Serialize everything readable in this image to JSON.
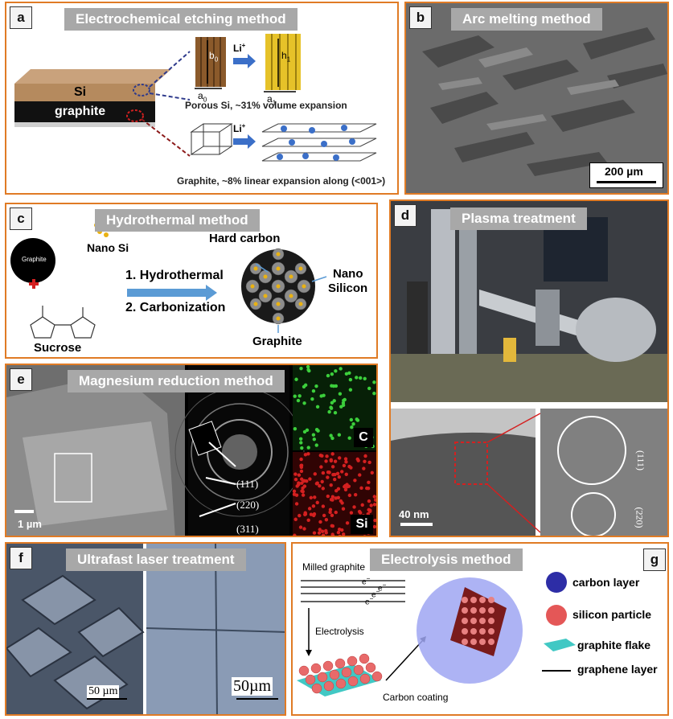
{
  "panels": {
    "a": {
      "label": "a",
      "title": "Electrochemical etching method",
      "si": "Si",
      "graphite": "graphite",
      "li1": "Li",
      "li2": "Li",
      "plus": "+",
      "b0": "b",
      "b0sub": "0",
      "a0": "a",
      "a0sub": "0",
      "b1": "h",
      "b1sub": "1",
      "a1": "a",
      "a1sub": "1",
      "porous_caption": "Porous Si, ~31% volume expansion",
      "graphite_caption": "Graphite, ~8% linear expansion along (<001>)"
    },
    "b": {
      "label": "b",
      "title": "Arc melting method",
      "scalebar": "200 µm"
    },
    "c": {
      "label": "c",
      "title": "Hydrothermal method",
      "graphite_disc": "Graphite",
      "nano_si": "Nano Si",
      "sucrose": "Sucrose",
      "step1": "1. Hydrothermal",
      "step2": "2. Carbonization",
      "hard_carbon": "Hard carbon",
      "nano_silicon_1": "Nano",
      "nano_silicon_2": "Silicon",
      "graphite_out": "Graphite"
    },
    "d": {
      "label": "d",
      "title": "Plasma treatment",
      "scalebar": "40 nm",
      "ring1": "(111)",
      "ring2": "(220)"
    },
    "e": {
      "label": "e",
      "title": "Magnesium reduction method",
      "scalebar": "1 µm",
      "ring111": "(111)",
      "ring220": "(220)",
      "ring311": "(311)",
      "map_c": "C",
      "map_si": "Si"
    },
    "f": {
      "label": "f",
      "title": "Ultrafast laser treatment",
      "scale1": "50 µm",
      "scale2": "50µm"
    },
    "g": {
      "label": "g",
      "title": "Electrolysis method",
      "milled": "Milled graphite",
      "electrolysis": "Electrolysis",
      "carbon_coating": "Carbon coating",
      "e1": "e",
      "e2": "e",
      "e3": "e",
      "e4": "e",
      "legend": [
        "carbon layer",
        "silicon particle",
        "graphite flake",
        "graphene layer"
      ]
    }
  }
}
